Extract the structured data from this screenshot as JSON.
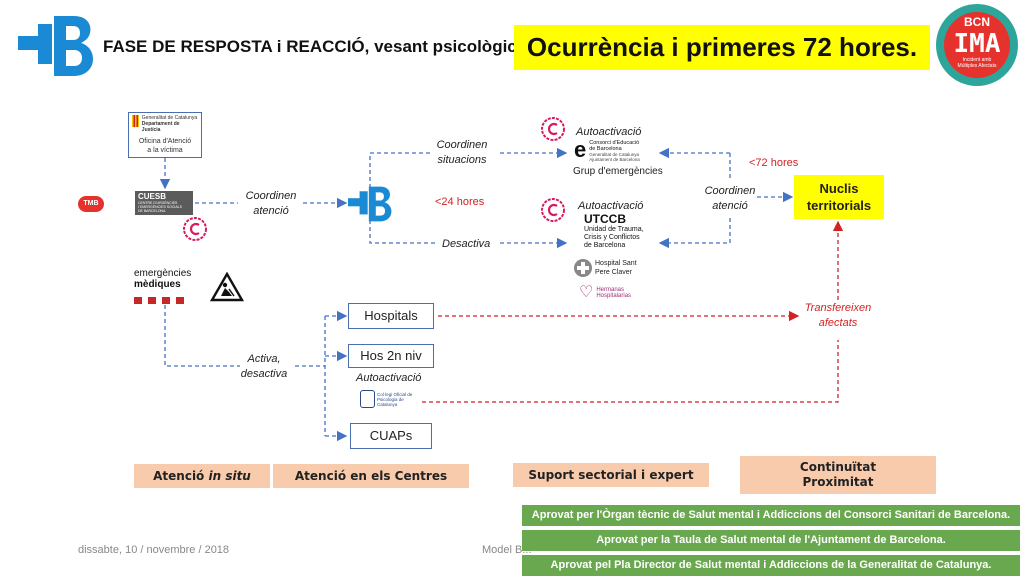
{
  "header": {
    "subtitle": "FASE DE RESPOSTA i REACCIÓ, vesant psicològica",
    "title": "Ocurrència i primeres 72 hores.",
    "badge_top": "BCN",
    "badge_main": "IMA",
    "badge_sub1": "Incident amb",
    "badge_sub2": "Múltiples Afectats"
  },
  "logos": {
    "justicia_line1": "Generalitat de Catalunya",
    "justicia_line2": "Departament de Justícia",
    "oficina_line1": "Oficina d'Atenció",
    "oficina_line2": "a la víctima",
    "tmb": "TMB",
    "cuesb": "CUESB",
    "cuesb_sub1": "CENTRE D'URGÈNCIES",
    "cuesb_sub2": "I EMERGÈNCIES SOCIALS",
    "cuesb_sub3": "DE BARCELONA",
    "sem_line1": "emergències",
    "sem_line2": "mèdiques",
    "ceb_line1": "Consorci d'Educació",
    "ceb_line2": "de Barcelona",
    "ceb_line3": "Generalitat de Catalunya",
    "ceb_line4": "Ajuntament de Barcelona",
    "utccb": "UTCCB",
    "utccb_line1": "Unidad de Trauma,",
    "utccb_line2": "Crisis y Conflictos",
    "utccb_line3": "de Barcelona",
    "hospital_line1": "Hospital Sant",
    "hospital_line2": "Pere Claver",
    "hermanas_line1": "Hermanas",
    "hermanas_line2": "Hospitalarias",
    "copc_line1": "Col·legi Oficial de",
    "copc_line2": "Psicologia de Catalunya"
  },
  "labels": {
    "coordinen_atencio_left_1": "Coordinen",
    "coordinen_atencio_left_2": "atenció",
    "coordinen_situacions_1": "Coordinen",
    "coordinen_situacions_2": "situacions",
    "lt24": "<24 hores",
    "desactiva": "Desactiva",
    "autoactivacio_top": "Autoactivació",
    "grup_emergencies": "Grup d'emergències",
    "autoactivacio_mid": "Autoactivació",
    "lt72": "<72 hores",
    "coordinen_atencio_right_1": "Coordinen",
    "coordinen_atencio_right_2": "atenció",
    "nuclis_1": "Nuclis",
    "nuclis_2": "territorials",
    "activa_1": "Activa,",
    "activa_2": "desactiva",
    "autoactivacio_low": "Autoactivació",
    "transfereixen_1": "Transfereixen",
    "transfereixen_2": "afectats"
  },
  "boxes": {
    "hospitals": "Hospitals",
    "hos2n": "Hos 2n niv",
    "cuaps": "CUAPs"
  },
  "bars": {
    "in_situ_prefix": "Atenció ",
    "in_situ_em": "in situ",
    "centres": "Atenció en els Centres",
    "suport": "Suport sectorial i expert",
    "continuitat_1": "Continuïtat",
    "continuitat_2": "Proximitat"
  },
  "approvals": [
    "Aprovat per l'Òrgan tècnic de Salut mental i Addiccions del Consorci Sanitari de Barcelona.",
    "Aprovat per la Taula de Salut mental de l'Ajuntament de Barcelona.",
    "Aprovat pel Pla Director de Salut mental i Addiccions de la Generalitat de Catalunya."
  ],
  "footer": {
    "date": "dissabte, 10 / novembre / 2018",
    "model": "Model B..."
  },
  "colors": {
    "blue_arrow": "#4472c4",
    "red_arrow": "#d32222",
    "brand_blue": "#1a8ad4",
    "yellow": "#ffff00",
    "salmon": "#f8cbad",
    "green": "#6aa84f",
    "badge_red": "#e5322d",
    "badge_teal": "#2ea59a"
  }
}
